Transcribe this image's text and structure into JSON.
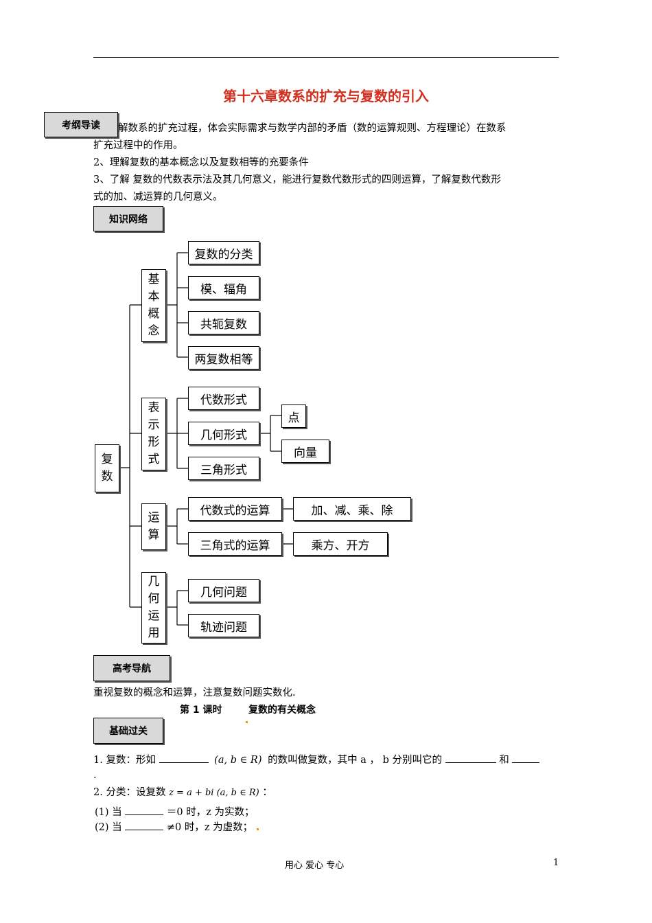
{
  "header": {
    "title": "第十六章数系的扩充与复数的引入"
  },
  "tags": {
    "syllabus": "考纲导读",
    "network": "知识网络",
    "gaokao": "高考导航",
    "basic": "基础过关"
  },
  "syllabus": {
    "item1_line1": "解数系的扩充过程，体会实际需求与数学内部的矛盾（数的运算规则、方程理论）在数系",
    "item1_line2": "扩充过程中的作用。",
    "item2": "2、理解复数的基本概念以及复数相等的充要条件",
    "item3_line1": "3、了解 复数的代数表示法及其几何意义，能进行复数代数形式的四则运算，了解复数代数形",
    "item3_line2": "式的加、减运算的几何意义。"
  },
  "diagram": {
    "root": [
      "复",
      "数"
    ],
    "groups": [
      {
        "label": [
          "基",
          "本",
          "概",
          "念"
        ],
        "items": [
          "复数的分类",
          "模、辐角",
          "共轭复数",
          "两复数相等"
        ]
      },
      {
        "label": [
          "表",
          "示",
          "形",
          "式"
        ],
        "items": [
          "代数形式",
          "几何形式",
          "三角形式"
        ],
        "sub": [
          "点",
          "向量"
        ]
      },
      {
        "label": [
          "运",
          "算"
        ],
        "items": [
          "代数式的运算",
          "三角式的运算"
        ],
        "sub": [
          "加、减、乘、除",
          "乘方、开方"
        ]
      },
      {
        "label": [
          "几",
          "何",
          "运",
          "用"
        ],
        "items": [
          "几何问题",
          "轨迹问题"
        ]
      }
    ]
  },
  "gaokao": {
    "text": "重视复数的概念和运算，注意复数问题实数化."
  },
  "lesson": {
    "number": "第 1 课时",
    "title": "复数的有关概念"
  },
  "exercise": {
    "q1_a": "1. 复数：形如",
    "q1_math": "(a, b ∈ R)",
    "q1_b": "的数叫做复数，其中 a ， b 分别叫它的",
    "q1_c": "和",
    "q1_end": ".",
    "q2_a": "2. 分类：设复数",
    "q2_math": "z = a + bi  (a, b ∈ R)",
    "q2_end": "：",
    "q2_1_a": "(1) 当",
    "q2_1_b": "＝0 时，z 为实数；",
    "q2_2_a": "(2) 当",
    "q2_2_b": "≠0 时，z 为虚数；"
  },
  "footer": {
    "center": "用心 爱心 专心",
    "page": "1"
  }
}
